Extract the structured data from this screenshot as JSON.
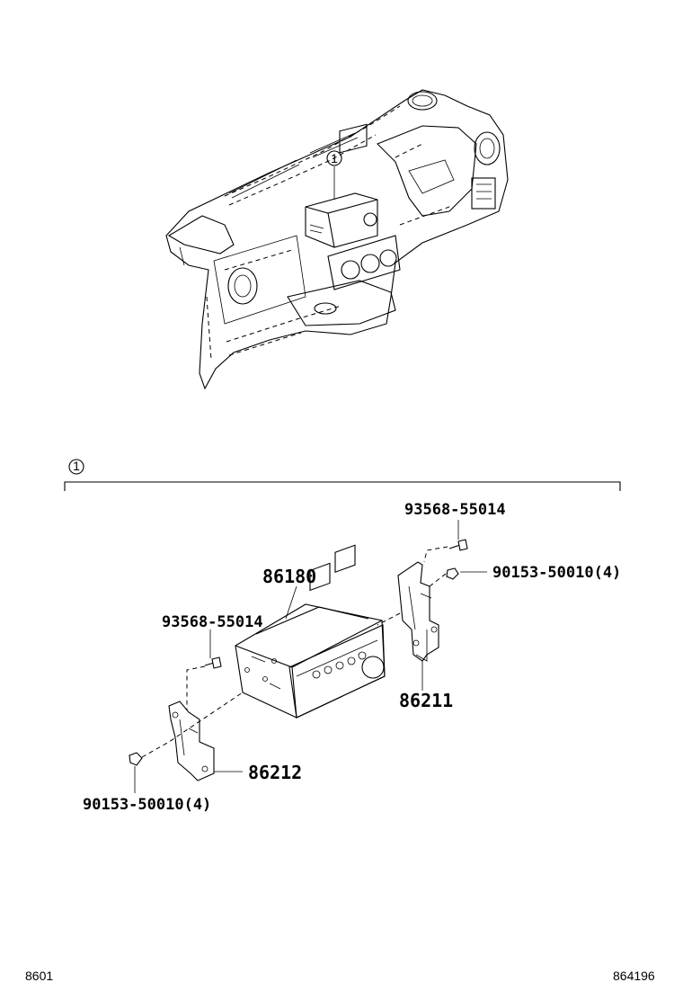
{
  "callout_marker": "1",
  "labels": {
    "radio_receiver": "86180",
    "screw_top_right": "93568-55014",
    "screw_left": "93568-55014",
    "bolt_right": "90153-50010(4)",
    "bolt_left": "90153-50010(4)",
    "bracket_right": "86211",
    "bracket_left": "86212"
  },
  "footer": {
    "left_code": "8601",
    "right_code": "864196"
  }
}
